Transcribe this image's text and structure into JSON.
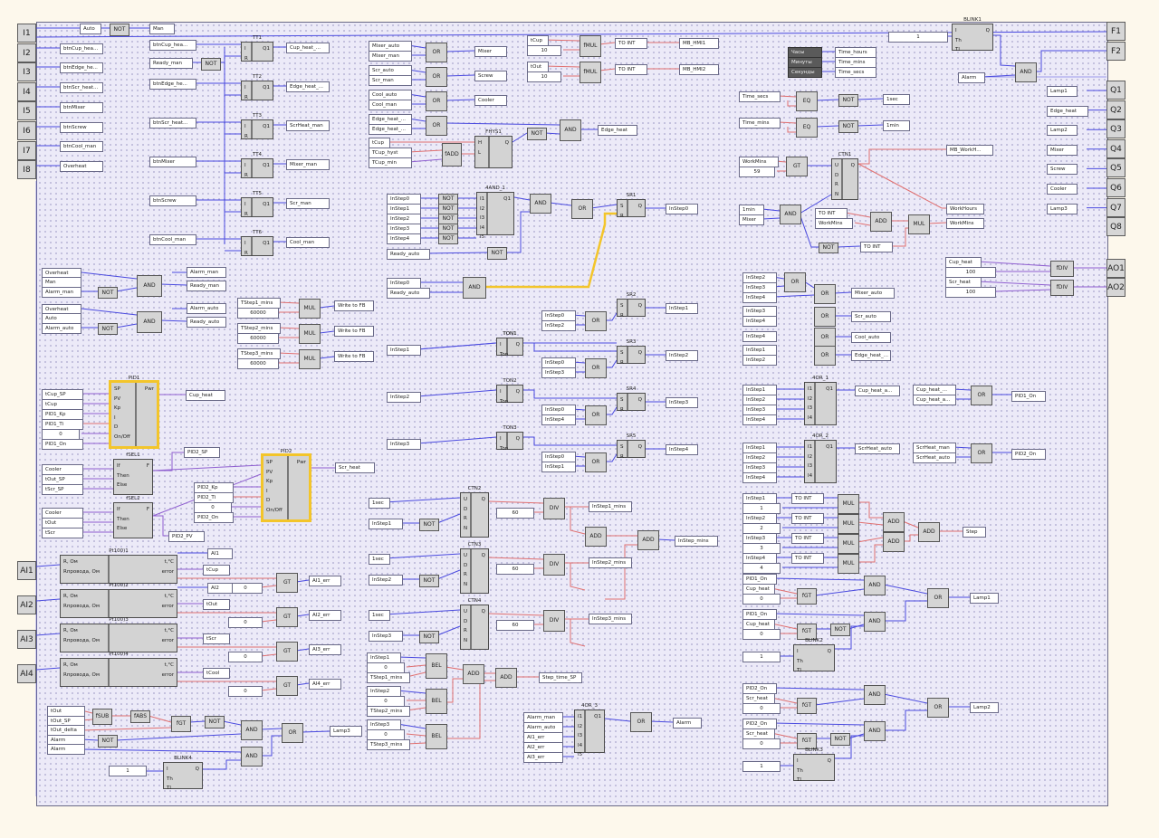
{
  "inputs": [
    "I1",
    "I2",
    "I3",
    "I4",
    "I5",
    "I6",
    "I7",
    "I8"
  ],
  "outputs_f": [
    "F1",
    "F2"
  ],
  "outputs_q": [
    "Q1",
    "Q2",
    "Q3",
    "Q4",
    "Q5",
    "Q6",
    "Q7",
    "Q8"
  ],
  "analog_in": [
    "AI1",
    "AI2",
    "AI3",
    "AI4"
  ],
  "analog_out": [
    "AO1",
    "AO2"
  ],
  "in_tags": [
    "Auto",
    "btnCup_hea...",
    "btnEdge_he...",
    "btnScr_heat...",
    "btnMixer",
    "btnScrew",
    "btnCool_man",
    "Overheat"
  ],
  "man_tag": "Man",
  "tt_blocks": [
    {
      "title": "TT1",
      "in1": "btnCup_hea...",
      "in2": "Ready_man",
      "out": "Cup_heat_..."
    },
    {
      "title": "TT2",
      "in1": "btnEdge_he...",
      "in2": "",
      "out": "Edge_heat_..."
    },
    {
      "title": "TT3",
      "in1": "btnScr_heat...",
      "in2": "",
      "out": "ScrHeat_man"
    },
    {
      "title": "TT4",
      "in1": "btnMixer",
      "in2": "",
      "out": "Mixer_man"
    },
    {
      "title": "TT5",
      "in1": "btnScrew",
      "in2": "",
      "out": "Scr_man"
    },
    {
      "title": "TT6",
      "in1": "btnCool_man",
      "in2": "",
      "out": "Cool_man"
    }
  ],
  "alarm_rows": [
    {
      "a": "Overheat",
      "b": "Man",
      "c": "Alarm_man",
      "o1": "Alarm_man",
      "o2": "Ready_man"
    },
    {
      "a": "Overheat",
      "b": "Auto",
      "c": "Alarm_auto",
      "o1": "Alarm_auto",
      "o2": "Ready_auto"
    }
  ],
  "mul_rows": [
    {
      "a": "TStep1_mins",
      "b": "60000",
      "out": "Write to FB"
    },
    {
      "a": "TStep2_mins",
      "b": "60000",
      "out": "Write to FB"
    },
    {
      "a": "TStep3_mins",
      "b": "60000",
      "out": "Write to FB"
    }
  ],
  "pid1": {
    "title": "PID1",
    "ins": [
      "tCup_SP",
      "tCup",
      "PID1_Kp",
      "PID1_Ti",
      "0",
      "PID1_On"
    ],
    "ports": [
      "SP",
      "PV",
      "Kp",
      "I",
      "D",
      "On/Off"
    ],
    "out": "Cup_heat"
  },
  "fsel1": {
    "title": "fSEL1",
    "ins": [
      "Cooler",
      "tOut_SP",
      "tScr_SP"
    ],
    "ports": [
      "If",
      "Then",
      "Else"
    ],
    "out": "PID2_SP"
  },
  "fsel2": {
    "title": "fSEL2",
    "ins": [
      "Cooler",
      "tOut",
      "tScr"
    ],
    "ports": [
      "If",
      "Then",
      "Else"
    ],
    "out": "PID2_PV"
  },
  "pid2": {
    "title": "PID2",
    "ins": [
      "PID2_Kp",
      "PID2_Ti",
      "0",
      "PID2_On"
    ],
    "ports": [
      "SP",
      "PV",
      "Kp",
      "I",
      "D",
      "On/Off"
    ],
    "out": "Scr_heat"
  },
  "pt100": [
    {
      "title": "Pt100)1",
      "o1": "AI1",
      "o2": "tCup",
      "err": "AI1_err"
    },
    {
      "title": "Pt100)2",
      "o1": "AI2",
      "o2": "tOut",
      "err": "AI2_err"
    },
    {
      "title": "Pt100)3",
      "o1": "",
      "o2": "tScr",
      "err": "AI3_err"
    },
    {
      "title": "Pt100)4",
      "o1": "",
      "o2": "tCool",
      "err": "AI4_err"
    }
  ],
  "pt_ports": [
    "R, Ом",
    "Rпровода, Ом"
  ],
  "pt_out_ports": [
    "t,°C",
    "error"
  ],
  "bottom_left": {
    "ins": [
      "tOut",
      "tOut_SP",
      "tOut_delta",
      "Alarm",
      "Alarm"
    ],
    "fsub": "fSUB",
    "fabs": "fABS",
    "fgt": "fGT",
    "blink": "BLINK4",
    "bconst": "1",
    "out": "Lamp3"
  },
  "mixer_or": [
    {
      "a": "Mixer_auto",
      "b": "Mixer_man",
      "out": "Mixer"
    },
    {
      "a": "Scr_auto",
      "b": "Scr_man",
      "out": "Screw"
    },
    {
      "a": "Cool_auto",
      "b": "Cool_man",
      "out": "Cooler"
    },
    {
      "a": "Edge_heat_...",
      "b": "Edge_heat_...",
      "out": ""
    }
  ],
  "fhys": {
    "title": "FHYS1",
    "ins": [
      "tCup",
      "TCup_hyst",
      "TCup_min"
    ],
    "fadd": "fADD",
    "out": "Edge_heat"
  },
  "fmul": [
    {
      "a": "tCup",
      "b": "10",
      "out": "MB_HMI1"
    },
    {
      "a": "tOut",
      "b": "10",
      "out": "MB_HMI2"
    }
  ],
  "to_int": "TO INT",
  "and4": {
    "title": "4AND_1",
    "ins": [
      "InStep0",
      "InStep1",
      "InStep2",
      "InStep3",
      "InStep4"
    ],
    "ready": "Ready_auto",
    "out": "InStep0"
  },
  "sr_blocks": [
    "SR1",
    "SR2",
    "SR3",
    "SR4",
    "SR5"
  ],
  "ton_blocks": [
    "TON1",
    "TON2",
    "TON3"
  ],
  "sr_out": [
    "InStep0",
    "InStep1",
    "InStep2",
    "InStep3",
    "InStep4"
  ],
  "sr_ins": [
    [
      "InStep0",
      "InStep2"
    ],
    [
      "InStep0",
      "InStep3"
    ],
    [
      "InStep0",
      "InStep4"
    ],
    [
      "InStep0",
      "InStep1"
    ]
  ],
  "ton_ins": [
    "InStep1",
    "InStep2",
    "InStep3"
  ],
  "inst0_ready": [
    "InStep0",
    "Ready_auto"
  ],
  "ctn_blocks": [
    {
      "title": "CTN2",
      "a": "1sec",
      "b": "InStep1",
      "k": "60",
      "out": "InStep1_mins"
    },
    {
      "title": "CTN3",
      "a": "1sec",
      "b": "InStep2",
      "k": "60",
      "out": "InStep2_mins"
    },
    {
      "title": "CTN4",
      "a": "1sec",
      "b": "InStep3",
      "k": "60",
      "out": "InStep3_mins"
    }
  ],
  "ctn_ports": [
    "U",
    "D",
    "R",
    "N"
  ],
  "instep_mins_out": "InStep_mins",
  "sel_blocks": [
    {
      "a": "InStep1",
      "b": "0",
      "c": "TStep1_mins"
    },
    {
      "a": "InStep2",
      "b": "0",
      "c": "TStep2_mins"
    },
    {
      "a": "InStep3",
      "b": "0",
      "c": "TStep3_mins"
    }
  ],
  "step_time": "Step_time_SP",
  "or3": {
    "title": "4OR_3",
    "ins": [
      "Alarm_man",
      "Alarm_auto",
      "AI1_err",
      "AI2_err",
      "AI3_err"
    ],
    "out": "Alarm"
  },
  "time_tags": [
    "Часы",
    "Минуты",
    "Секунды"
  ],
  "time_outs": [
    "Time_hours",
    "Time_mins",
    "Time_secs"
  ],
  "eq_rows": [
    {
      "a": "Time_secs",
      "out": "1sec"
    },
    {
      "a": "Time_mins",
      "out": "1min"
    }
  ],
  "ctn1": {
    "title": "CTN1",
    "a": "WorkMins",
    "b": "59",
    "out": "MB_WorkH...",
    "o2": "WorkHours",
    "o3": "WorkMins"
  },
  "min_row": {
    "a": "1min",
    "b": "Mixer",
    "c": "WorkMins"
  },
  "or_auto": [
    {
      "ins": [
        "InStep2",
        "InStep3",
        "InStep4"
      ],
      "out": "Mixer_auto"
    },
    {
      "ins": [
        "InStep3",
        "InStep4"
      ],
      "out": "Scr_auto"
    },
    {
      "ins": [
        "InStep4"
      ],
      "out": "Cool_auto"
    },
    {
      "ins": [
        "InStep1",
        "InStep2"
      ],
      "out": "Edge_heat_..."
    }
  ],
  "or1": {
    "title": "4OR_1",
    "ins": [
      "InStep1",
      "InStep2",
      "InStep3",
      "InStep4"
    ],
    "out": "Cup_heat_a...",
    "m1": "Cup_heat_...",
    "m2": "Cup_heat_a...",
    "pout": "PID1_On"
  },
  "or2": {
    "title": "4OR_2",
    "ins": [
      "InStep1",
      "InStep2",
      "InStep3",
      "InStep4"
    ],
    "out": "ScrHeat_auto",
    "m1": "ScrHeat_man",
    "m2": "ScrHeat_auto",
    "pout": "PID2_On"
  },
  "step_rows": [
    {
      "a": "InStep1",
      "k": "1"
    },
    {
      "a": "InStep2",
      "k": "2"
    },
    {
      "a": "InStep3",
      "k": "3"
    },
    {
      "a": "InStep4",
      "k": "4"
    }
  ],
  "step_out": "Step",
  "lamp1": {
    "a": "PID1_On",
    "b": "Cup_heat",
    "c": "0",
    "d": "PID1_On",
    "e": "Cup_heat",
    "f": "0",
    "blink": "BLINK2",
    "bconst": "1",
    "out": "Lamp1"
  },
  "lamp2": {
    "a": "PID2_On",
    "b": "Scr_heat",
    "c": "0",
    "d": "PID2_On",
    "e": "Scr_heat",
    "f": "0",
    "blink": "BLINK3",
    "bconst": "1",
    "out": "Lamp2"
  },
  "blink1": {
    "title": "BLINK1",
    "const": "1",
    "alarm": "Alarm"
  },
  "q_tags": [
    "Lamp1",
    "Edge_heat",
    "Lamp2",
    "Mixer",
    "Screw",
    "Cooler",
    "Lamp3"
  ],
  "fdiv": {
    "ins": [
      "Cup_heat",
      "100",
      "Scr_heat",
      "100"
    ],
    "label": "fDIV"
  },
  "gates": {
    "or": "OR",
    "and": "AND",
    "not": "NOT",
    "gt": "GT",
    "eq": "EQ",
    "mul": "MUL",
    "div": "DIV",
    "add": "ADD",
    "sel": "BEL",
    "fgt": "fGT"
  }
}
